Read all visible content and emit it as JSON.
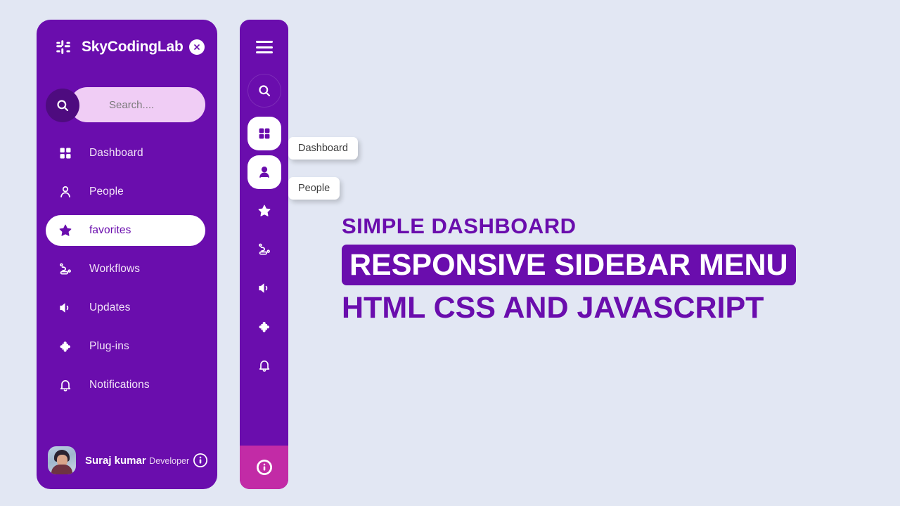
{
  "colors": {
    "sidebar_purple": "#6a0dad",
    "search_orb": "#4e0b7f",
    "search_field": "#f0cdf5",
    "page_background": "#e2e7f3",
    "footer_magenta": "#c22ba6",
    "tooltip_background": "#ffffff",
    "accent_text": "#6a0dad"
  },
  "sidebar": {
    "brand": {
      "name": "SkyCodingLab",
      "logo_icon": "slack-hash-icon",
      "close_icon": "close-circle-icon"
    },
    "search": {
      "placeholder": "Search....",
      "value": "",
      "icon": "search-icon"
    },
    "items": [
      {
        "label": "Dashboard",
        "icon": "grid-dashboard-icon",
        "active": false
      },
      {
        "label": "People",
        "icon": "person-icon",
        "active": false
      },
      {
        "label": "favorites",
        "icon": "star-icon",
        "active": true
      },
      {
        "label": "Workflows",
        "icon": "workflow-nodes-icon",
        "active": false
      },
      {
        "label": "Updates",
        "icon": "speaker-icon",
        "active": false
      },
      {
        "label": "Plug-ins",
        "icon": "puzzle-piece-icon",
        "active": false
      },
      {
        "label": "Notifications",
        "icon": "bell-icon",
        "active": false
      }
    ],
    "profile": {
      "name": "Suraj kumar",
      "role": "Developer",
      "avatar": "user-avatar-photo",
      "info_icon": "info-circle-icon"
    }
  },
  "collapsed_sidebar": {
    "toggle_icon": "hamburger-menu-icon",
    "search_icon": "search-icon",
    "items": [
      {
        "icon": "grid-dashboard-icon",
        "highlighted": true
      },
      {
        "icon": "person-icon",
        "highlighted": true
      },
      {
        "icon": "star-icon",
        "highlighted": false
      },
      {
        "icon": "workflow-nodes-icon",
        "highlighted": false
      },
      {
        "icon": "speaker-icon",
        "highlighted": false
      },
      {
        "icon": "puzzle-piece-icon",
        "highlighted": false
      },
      {
        "icon": "bell-icon",
        "highlighted": false
      }
    ],
    "footer_icon": "info-circle-icon"
  },
  "tooltips": [
    {
      "label": "Dashboard"
    },
    {
      "label": "People"
    }
  ],
  "headline": {
    "line1": "SIMPLE DASHBOARD",
    "line2": "RESPONSIVE SIDEBAR MENU",
    "line3": "HTML CSS AND JAVASCRIPT"
  }
}
